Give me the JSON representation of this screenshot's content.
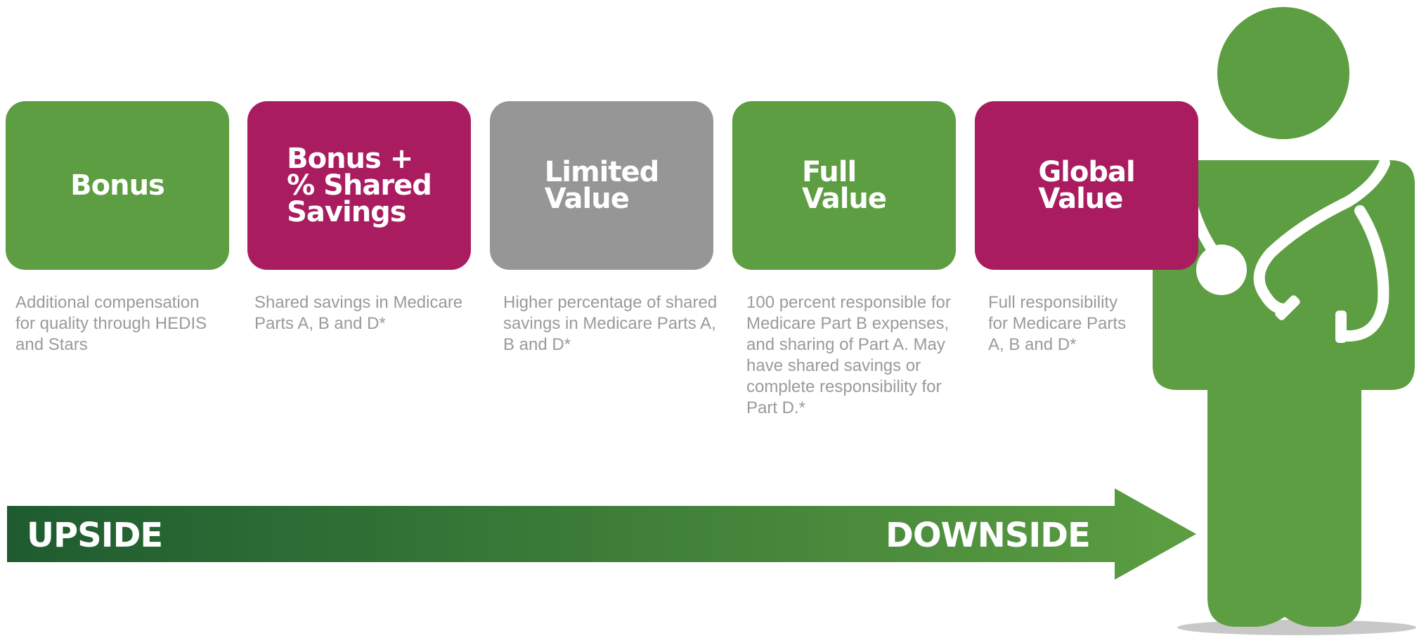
{
  "colors": {
    "green": "#5c9e41",
    "magenta": "#a91d60",
    "gray": "#969696",
    "arrow_dark": "#1e5c30",
    "arrow_light": "#5c9e41",
    "text_gray": "#9a9a9a"
  },
  "cards": [
    {
      "title": "Bonus",
      "color": "green",
      "description": "Additional compensation for quality through HEDIS and Stars"
    },
    {
      "title": "Bonus +\n% Shared\nSavings",
      "color": "magenta",
      "description": "Shared savings in Medicare Parts A, B and D*"
    },
    {
      "title": "Limited\nValue",
      "color": "gray",
      "description": "Higher percentage of shared savings in Medicare Parts A, B and D*"
    },
    {
      "title": "Full\nValue",
      "color": "green",
      "description": "100 percent responsible for Medicare Part B expenses, and sharing of Part A. May have shared savings or complete responsibility for Part D.*"
    },
    {
      "title": "Global\nValue",
      "color": "magenta",
      "description": "Full responsibility for Medicare Parts A, B and D*"
    }
  ],
  "arrow": {
    "left_label": "UPSIDE",
    "right_label": "DOWNSIDE"
  },
  "figure": {
    "icon": "doctor-with-stethoscope-icon"
  }
}
